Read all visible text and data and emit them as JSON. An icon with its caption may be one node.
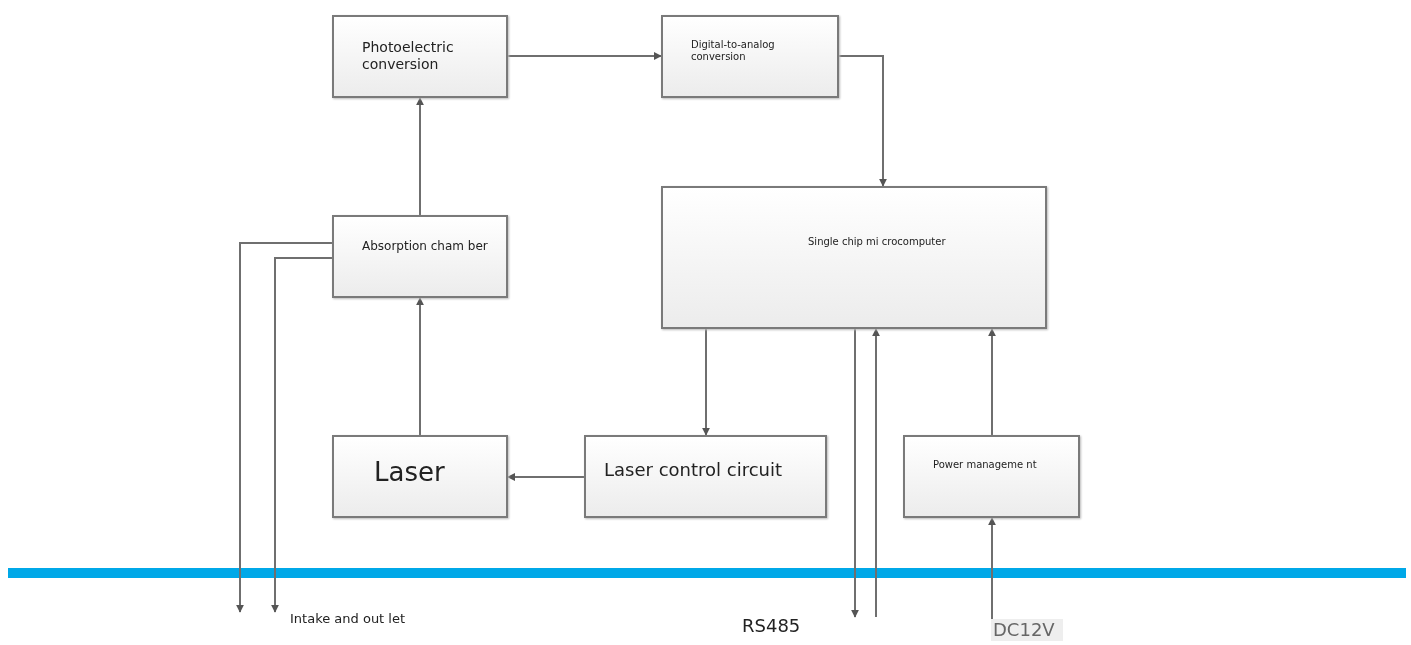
{
  "diagram": {
    "nodes": [
      {
        "text": [
          "Photoelectric conversion"
        ]
      },
      {
        "text": [
          "Digital-to-analog conversion"
        ]
      },
      {
        "text": [
          "Absorption cham ber"
        ]
      },
      {
        "text": [
          "Single chip mi crocomputer"
        ]
      },
      {
        "text": [
          "Laser"
        ]
      },
      {
        "text": [
          "Laser control circuit"
        ]
      },
      {
        "text": [
          "Power manageme nt"
        ]
      },
      {
        "text": [
          "Intake and out let"
        ]
      },
      {
        "text": [
          "RS485"
        ]
      },
      {
        "text": [
          "DC12V"
        ]
      }
    ],
    "edges": [
      {
        "from": 0,
        "to": 1,
        "arrow": "to"
      },
      {
        "from": 1,
        "to": 3,
        "arrow": "to"
      },
      {
        "from": 2,
        "to": 0,
        "arrow": "to"
      },
      {
        "from": 4,
        "to": 2,
        "arrow": "to"
      },
      {
        "from": 5,
        "to": 4,
        "arrow": "to"
      },
      {
        "from": 3,
        "to": 5,
        "arrow": "to"
      },
      {
        "from": 6,
        "to": 3,
        "arrow": "to"
      },
      {
        "from": 2,
        "to": 7,
        "arrow": "to"
      },
      {
        "from": 2,
        "to": 7,
        "arrow": "to"
      },
      {
        "from": 3,
        "to": 8,
        "arrow": "to"
      },
      {
        "from": 8,
        "to": 3,
        "arrow": "to"
      },
      {
        "from": 9,
        "to": 6,
        "arrow": "to"
      }
    ]
  }
}
